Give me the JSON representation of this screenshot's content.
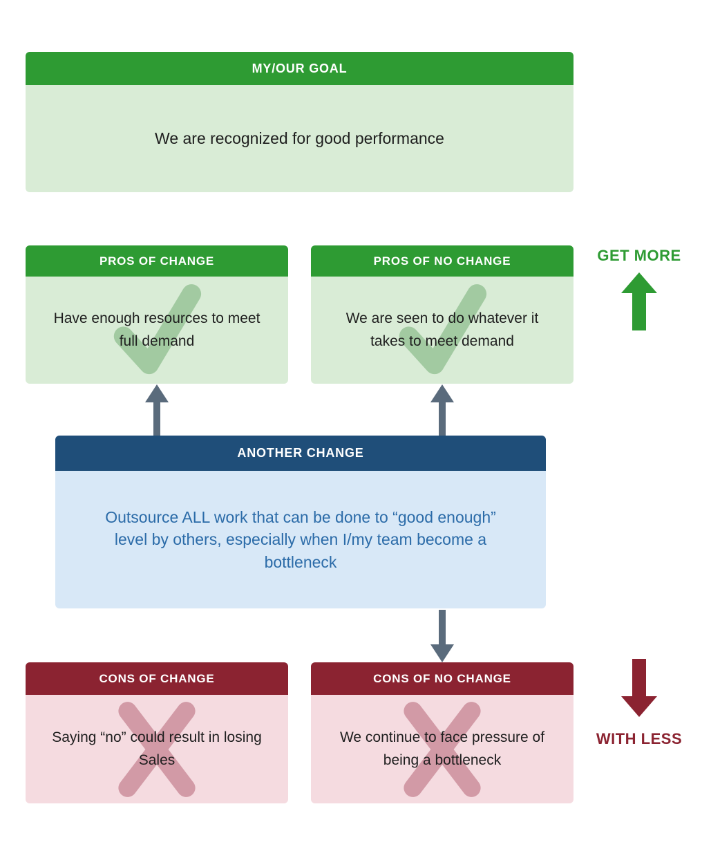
{
  "colors": {
    "green": "#2e9b33",
    "green_light": "#d9ecd6",
    "blue": "#1f4e79",
    "blue_light": "#d8e8f7",
    "blue_text": "#2b6ba8",
    "red": "#8b2331",
    "red_light": "#f5dbe0",
    "arrow_gray": "#5a6b7c",
    "check_mark": "#8fbf8f",
    "x_mark": "#c98a97"
  },
  "goal": {
    "header": "MY/OUR GOAL",
    "body": "We are recognized for good performance"
  },
  "pros_change": {
    "header": "PROS OF CHANGE",
    "body": "Have enough resources to meet full demand"
  },
  "pros_no_change": {
    "header": "PROS OF NO CHANGE",
    "body": "We are seen to do whatever it takes to meet demand"
  },
  "another_change": {
    "header": "ANOTHER CHANGE",
    "body": "Outsource ALL work that can be done to “good enough” level by others, especially when I/my team become a bottleneck"
  },
  "cons_change": {
    "header": "CONS OF CHANGE",
    "body": "Saying “no” could result in losing Sales"
  },
  "cons_no_change": {
    "header": "CONS OF NO CHANGE",
    "body": "We continue to face pressure of being a bottleneck"
  },
  "side_labels": {
    "get_more": "GET MORE",
    "with_less": "WITH LESS"
  }
}
